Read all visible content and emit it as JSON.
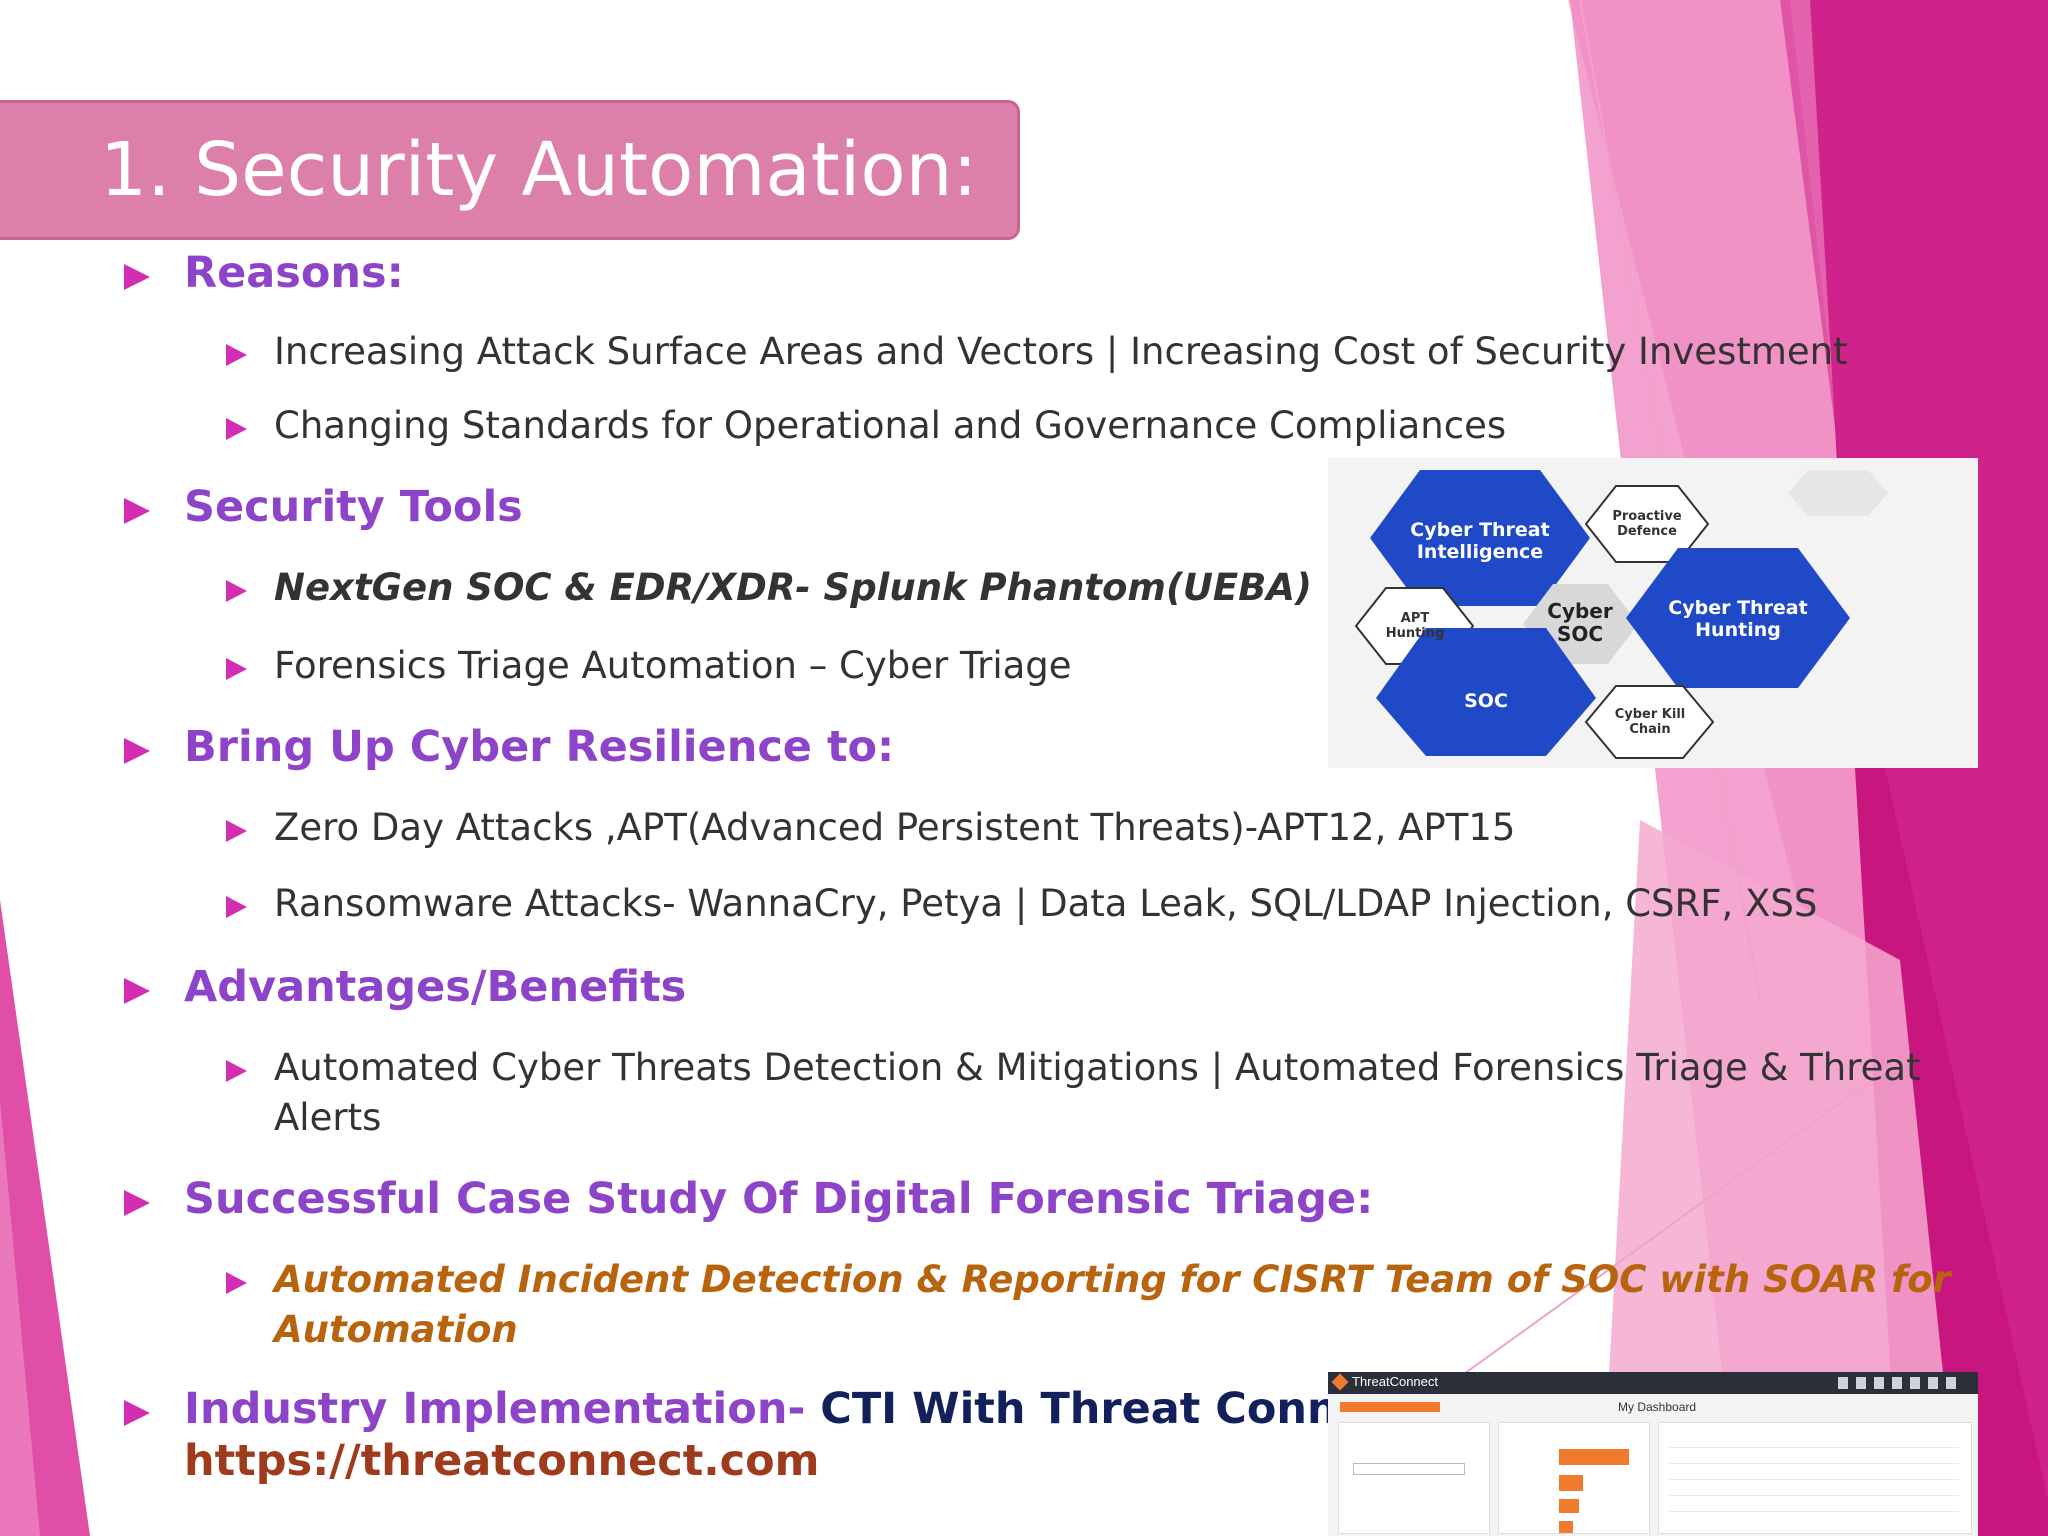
{
  "title": "1. Security Automation:",
  "sections": [
    {
      "heading": "Reasons:",
      "items": [
        "Increasing Attack Surface Areas and Vectors | Increasing Cost of Security Investment",
        "Changing Standards for Operational and Governance Compliances"
      ]
    },
    {
      "heading": "Security Tools",
      "items": [
        "NextGen SOC & EDR/XDR- Splunk Phantom(UEBA)",
        "Forensics Triage Automation – Cyber Triage"
      ]
    },
    {
      "heading": "Bring Up Cyber Resilience to:",
      "items": [
        "Zero Day Attacks ,APT(Advanced Persistent Threats)-APT12, APT15",
        "Ransomware Attacks- WannaCry, Petya | Data Leak, SQL/LDAP Injection, CSRF, XSS"
      ]
    },
    {
      "heading": "Advantages/Benefits",
      "items": [
        {
          "line1": "Automated Cyber Threats Detection & Mitigations | Automated Forensics Triage & Threat",
          "line2": "Alerts"
        }
      ]
    },
    {
      "heading": "Successful Case Study Of Digital Forensic Triage:",
      "items": [
        {
          "line1": "Automated Incident Detection & Reporting for CISRT Team of SOC with SOAR for",
          "line2": "Automation"
        }
      ]
    },
    {
      "heading": "Industry Implementation-",
      "heading_highlight": "CTI With Threat Connect",
      "heading_colon": ":",
      "url": "https://threatconnect.com"
    }
  ],
  "diagram": {
    "cti": [
      "Cyber Threat",
      "Intelligence"
    ],
    "proactive": [
      "Proactive",
      "Defence"
    ],
    "apt": [
      "APT",
      "Hunting"
    ],
    "core": [
      "Cyber",
      "SOC"
    ],
    "hunting": [
      "Cyber Threat",
      "Hunting"
    ],
    "soc": "SOC",
    "killchain": [
      "Cyber Kill",
      "Chain"
    ]
  },
  "screenshot": {
    "brand": "ThreatConnect",
    "heading": "My Dashboard"
  },
  "colors": {
    "heading": "#8e44c9",
    "bullet": "#d12eb2",
    "hex_blue": "#1f49c7",
    "orange_text": "#b8640f",
    "navy_text": "#12205c",
    "url_text": "#9e3b1d"
  }
}
